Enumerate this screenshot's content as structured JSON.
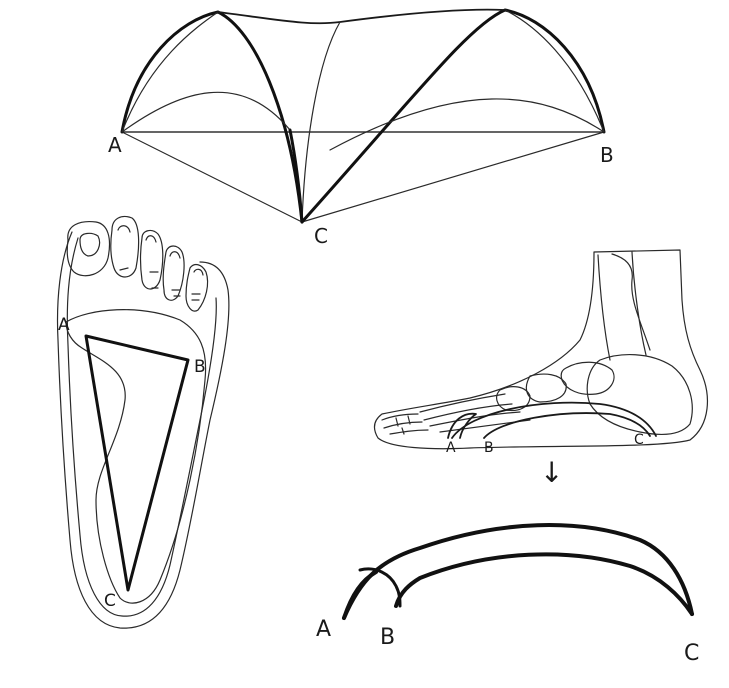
{
  "vault": {
    "label_a": "A",
    "label_b": "B",
    "label_c": "C"
  },
  "foot_sole": {
    "label_a": "A",
    "label_b": "B",
    "label_c": "C"
  },
  "foot_side": {
    "label_a": "A",
    "label_b": "B",
    "label_c": "C"
  },
  "arch": {
    "label_a": "A",
    "label_b": "B",
    "label_c": "C"
  },
  "arrow": {
    "glyph": "↓"
  }
}
